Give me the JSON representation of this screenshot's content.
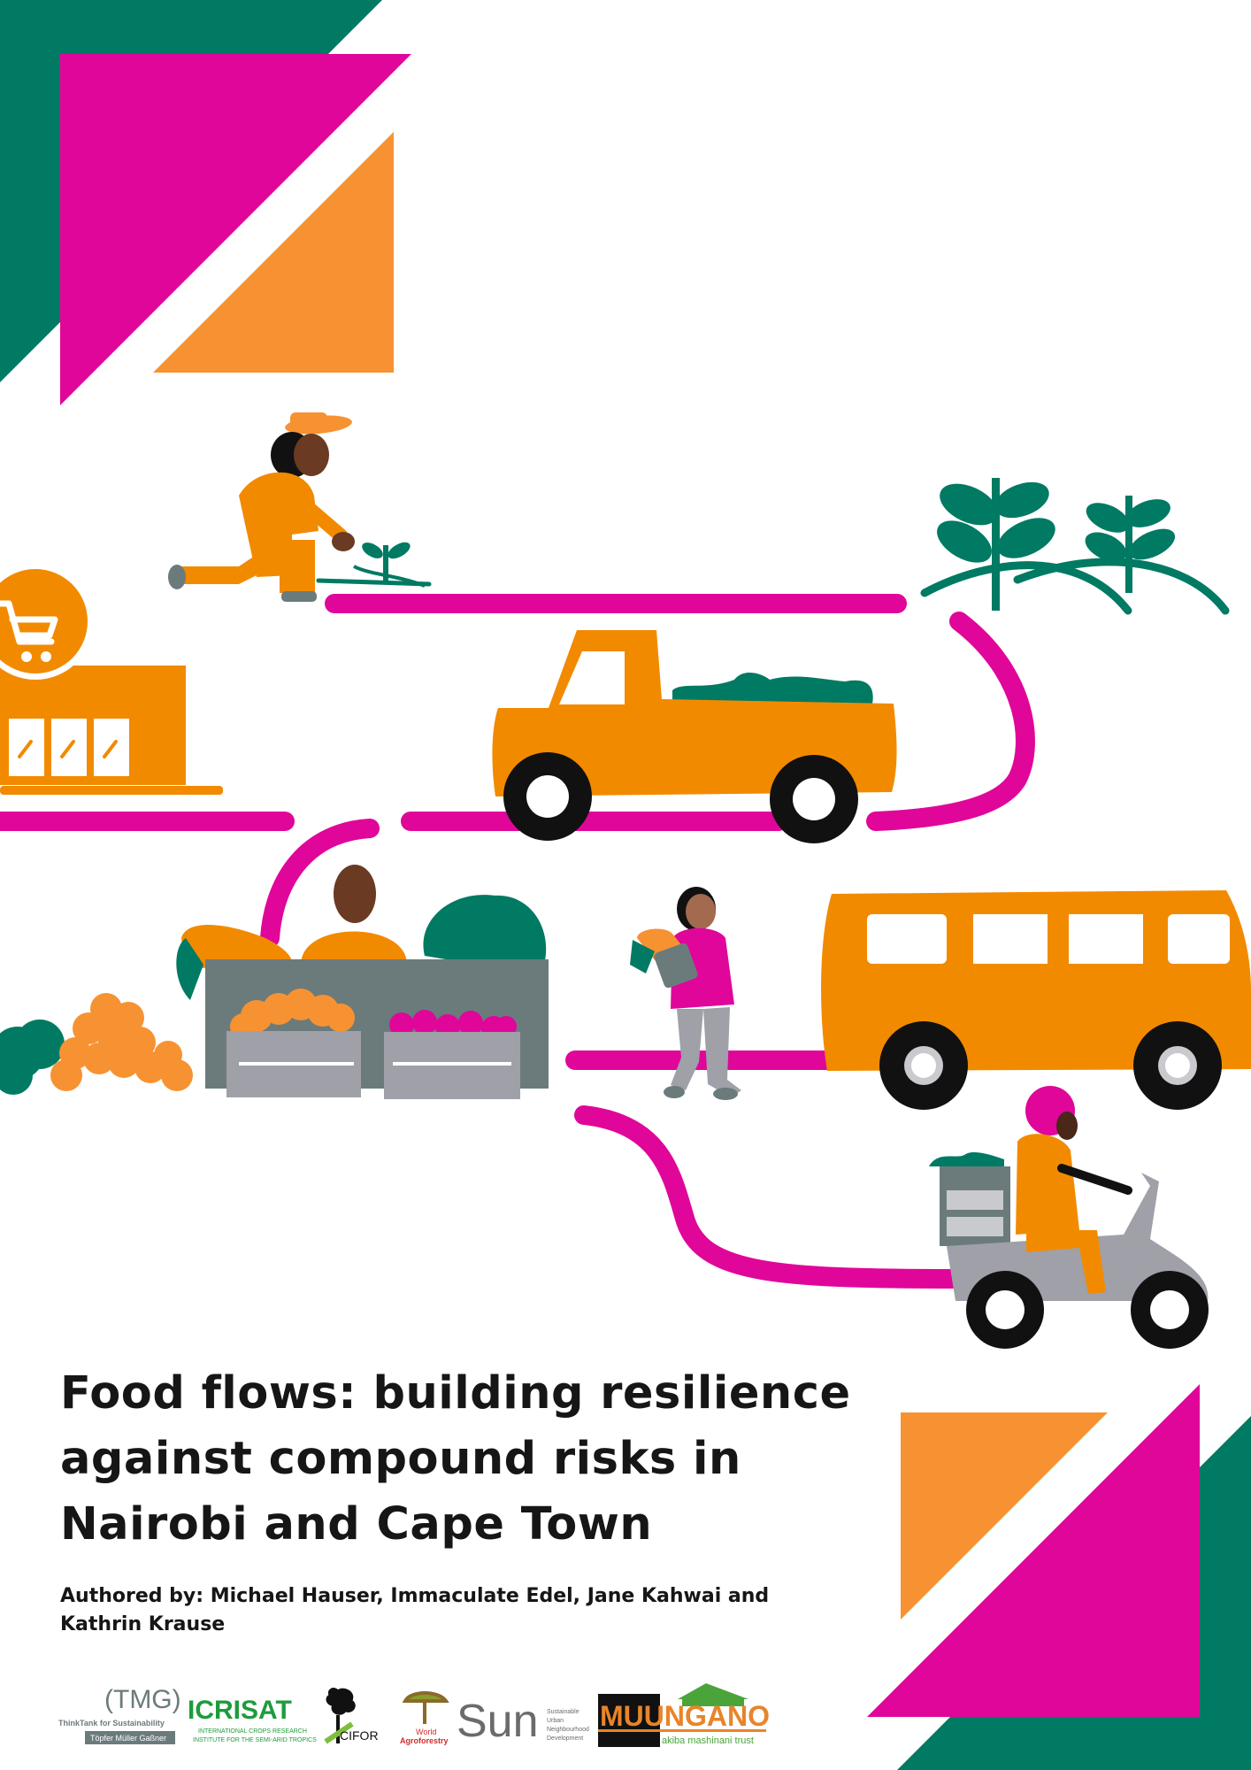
{
  "cover": {
    "title_lines": [
      "Food flows: building resilience",
      "against compound risks in",
      "Nairobi and Cape Town"
    ],
    "authors_lines": [
      "Authored by: Michael Hauser, Immaculate Edel, Jane Kahwai and",
      "Kathrin Krause"
    ]
  },
  "logos": {
    "tmg": {
      "mark": "(TMG)",
      "tagline": "ThinkTank for Sustainability",
      "name": "Töpfer Müller Gaßner"
    },
    "icrisat": {
      "name": "ICRISAT",
      "line1": "INTERNATIONAL CROPS RESEARCH",
      "line2": "INSTITUTE FOR THE SEMI-ARID TROPICS"
    },
    "cifor": {
      "name": "CIFOR"
    },
    "world_agroforestry": {
      "line1": "World",
      "line2": "Agroforestry"
    },
    "sun": {
      "mark": "Sun",
      "line1": "Sustainable",
      "line2": "Urban",
      "line3": "Neighbourhood",
      "line4": "Development"
    },
    "muungano": {
      "name": "MUUNGANO",
      "tagline": "akiba mashinani trust"
    }
  },
  "colors": {
    "green": "#007a63",
    "magenta": "#e0069a",
    "orange": "#f79232",
    "orange_dark": "#f28a00",
    "grey": "#9fa0a8",
    "slate": "#6b7b7c",
    "black": "#111111",
    "skin": "#7a4428"
  },
  "icons": [
    "shopping-cart-icon",
    "supermarket-icon",
    "farmer-icon",
    "pickup-truck-icon",
    "minibus-icon",
    "scooter-rider-icon",
    "market-stall-icon",
    "shopper-icon",
    "plant-icon"
  ]
}
